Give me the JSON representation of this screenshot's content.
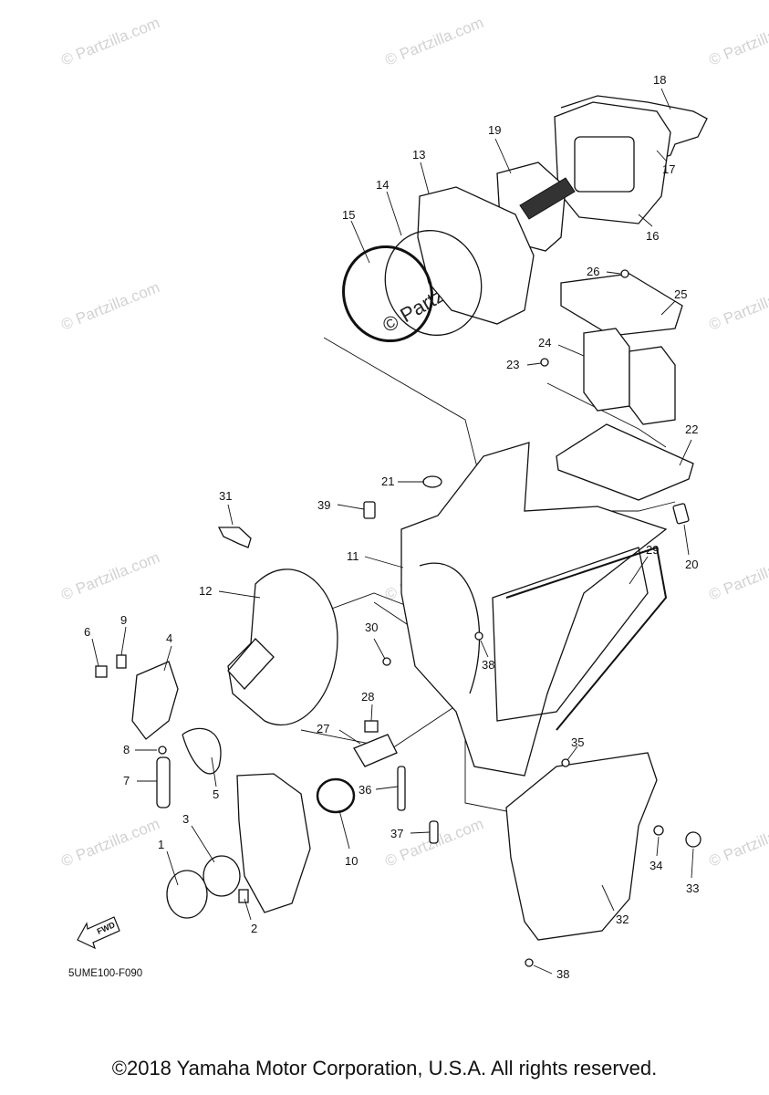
{
  "watermark": "© Partzilla.com",
  "watermark_center": "© Partzilla.com",
  "diagram_code": "5UME100-F090",
  "fwd_label": "FWD",
  "copyright": "©2018 Yamaha Motor Corporation, U.S.A. All rights reserved.",
  "callouts": [
    "1",
    "2",
    "3",
    "4",
    "5",
    "6",
    "7",
    "8",
    "9",
    "10",
    "11",
    "12",
    "13",
    "14",
    "15",
    "16",
    "17",
    "18",
    "19",
    "20",
    "21",
    "22",
    "23",
    "24",
    "25",
    "26",
    "27",
    "28",
    "29",
    "30",
    "31",
    "32",
    "33",
    "34",
    "35",
    "36",
    "37",
    "38",
    "38",
    "39"
  ],
  "colors": {
    "line": "#111111",
    "watermark": "#d2d2d2",
    "background": "#ffffff"
  }
}
